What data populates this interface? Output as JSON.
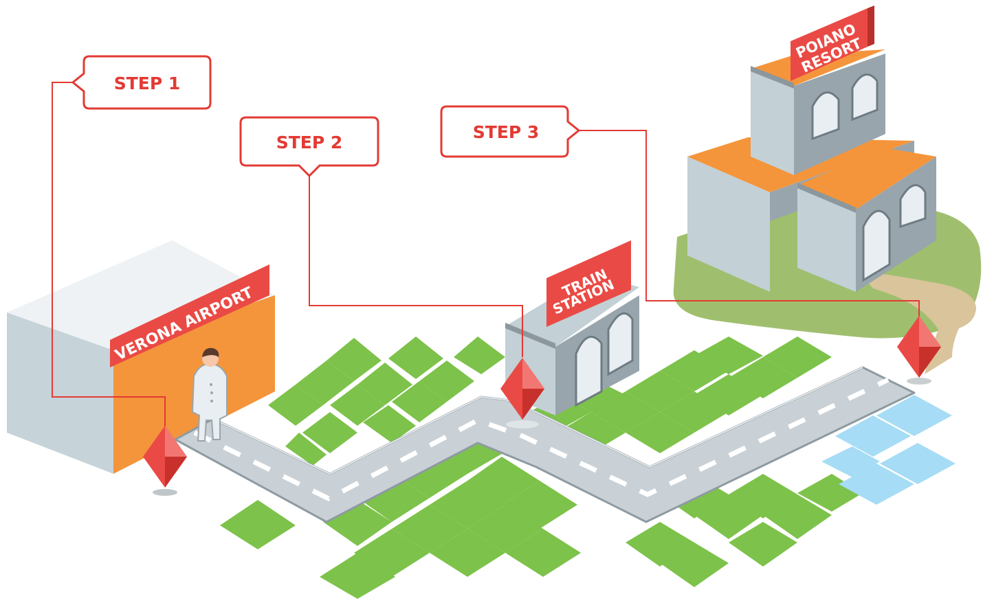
{
  "steps": {
    "step1": "STEP 1",
    "step2": "STEP 2",
    "step3": "STEP 3"
  },
  "signs": {
    "airport": "VERONA AIRPORT",
    "train_line1": "TRAIN",
    "train_line2": "STATION",
    "resort_line1": "POIANO",
    "resort_line2": "RESORT"
  },
  "colors": {
    "accent_red": "#e23a33",
    "grass_green": "#7dc24a",
    "water_blue": "#a6dcf5",
    "building_gray": "#c3d0d6",
    "roof_orange": "#f4953b",
    "road_gray": "#c9d1d6"
  },
  "icons": [
    "location-marker-icon",
    "traveler-figure-icon"
  ]
}
